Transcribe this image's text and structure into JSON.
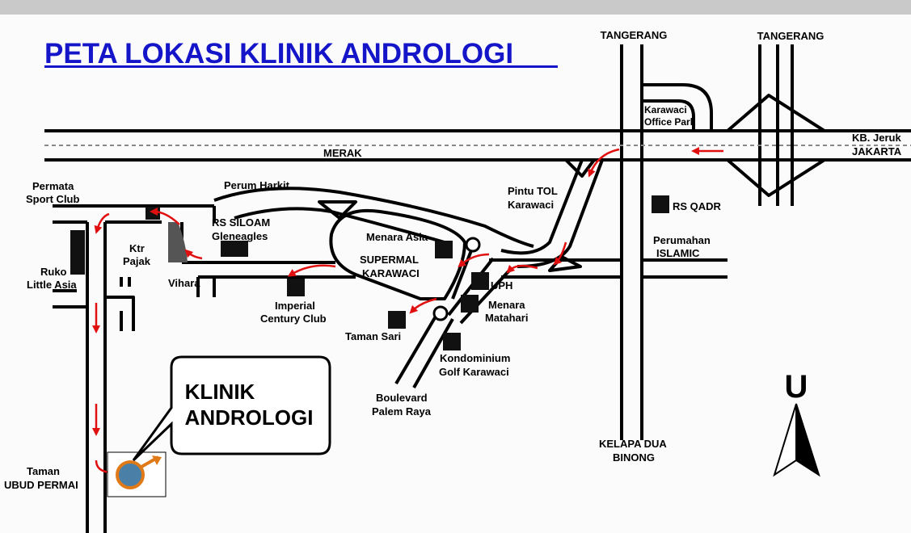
{
  "title": "PETA LOKASI KLINIK ANDROLOGI",
  "callout": {
    "line1": "KLINIK",
    "line2": "ANDROLOGI"
  },
  "north": "U",
  "colors": {
    "title": "#1414c8",
    "arrow": "#e01010",
    "road": "#000000",
    "background": "#ffffff",
    "clinic_logo": "#e07a18"
  },
  "labels": {
    "tangerang_left": "TANGERANG",
    "tangerang_right": "TANGERANG",
    "karawaci_office_1": "Karawaci",
    "karawaci_office_2": "Office Park",
    "kb_jeruk": "KB. Jeruk",
    "jakarta": "JAKARTA",
    "merak": "MERAK",
    "permata_1": "Permata",
    "permata_2": "Sport Club",
    "perum_harkit": "Perum Harkit",
    "pintu_tol_1": "Pintu TOL",
    "pintu_tol_2": "Karawaci",
    "rs_qadr": "RS QADR",
    "rs_siloam_1": "RS SILOAM",
    "rs_siloam_2": "Gleneagles",
    "ktr_pajak_1": "Ktr",
    "ktr_pajak_2": "Pajak",
    "menara_asia": "Menara Asia",
    "supermal_1": "SUPERMAL",
    "supermal_2": "KARAWACI",
    "perumahan_islamic_1": "Perumahan",
    "perumahan_islamic_2": "ISLAMIC",
    "ruko_1": "Ruko",
    "ruko_2": "Little Asia",
    "vihara": "Vihara",
    "uph": "UPH",
    "imperial_1": "Imperial",
    "imperial_2": "Century Club",
    "menara_matahari_1": "Menara",
    "menara_matahari_2": "Matahari",
    "taman_sari": "Taman Sari",
    "kondominium_1": "Kondominium",
    "kondominium_2": "Golf Karawaci",
    "boulevard_1": "Boulevard",
    "boulevard_2": "Palem Raya",
    "kelapa_dua_1": "KELAPA DUA",
    "kelapa_dua_2": "BINONG",
    "taman_ubud_1": "Taman",
    "taman_ubud_2": "UBUD PERMAI"
  }
}
